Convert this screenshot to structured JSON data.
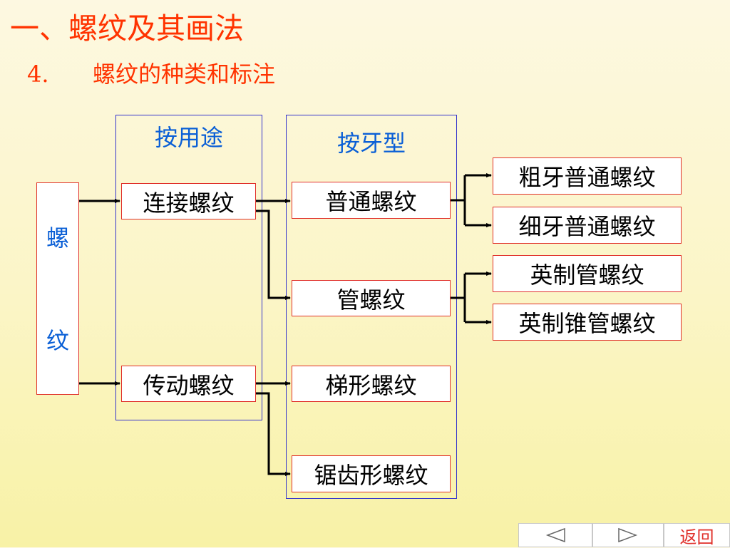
{
  "slide": {
    "title": "一、螺纹及其画法",
    "section_number": "4.",
    "section_title": "螺纹的种类和标注"
  },
  "diagram": {
    "root": {
      "char1": "螺",
      "char2": "纹"
    },
    "usage_group": {
      "label": "按用途",
      "items": [
        "连接螺纹",
        "传动螺纹"
      ]
    },
    "profile_group": {
      "label": "按牙型",
      "items": [
        "普通螺纹",
        "管螺纹",
        "梯形螺纹",
        "锯齿形螺纹"
      ]
    },
    "subtypes": [
      "粗牙普通螺纹",
      "细牙普通螺纹",
      "英制管螺纹",
      "英制锥管螺纹"
    ],
    "colors": {
      "title": "#ff3300",
      "group_label": "#0a5fd6",
      "box_border": "#e0302a",
      "group_border": "#3333cc"
    }
  },
  "nav": {
    "prev_icon": "triangle-left-icon",
    "next_icon": "triangle-right-icon",
    "back_label": "返回"
  }
}
